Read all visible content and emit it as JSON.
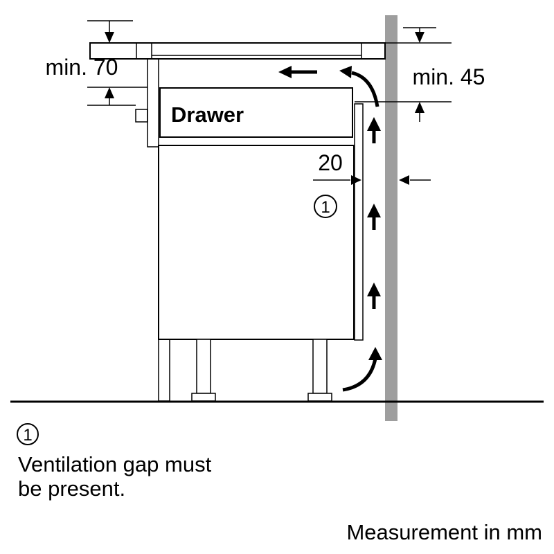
{
  "diagram": {
    "dimensions": {
      "min70": "min. 70",
      "min45": "min. 45",
      "gap": "20"
    },
    "drawer_label": "Drawer",
    "callout": {
      "number": "1"
    },
    "note": {
      "number": "1",
      "line1": "Ventilation gap must",
      "line2": "be present."
    },
    "footer": {
      "units_note": "Measurement in mm"
    },
    "colors": {
      "wall": "#9e9e9e",
      "panel": "#b2b2b2",
      "drawer": "#dedede",
      "ink": "#000000",
      "background": "#ffffff"
    },
    "icons": [
      "airflow-arrow-up-icon",
      "airflow-arrow-left-icon",
      "airflow-curved-arrow-icon",
      "dimension-arrow-icon",
      "callout-circle-icon"
    ]
  }
}
